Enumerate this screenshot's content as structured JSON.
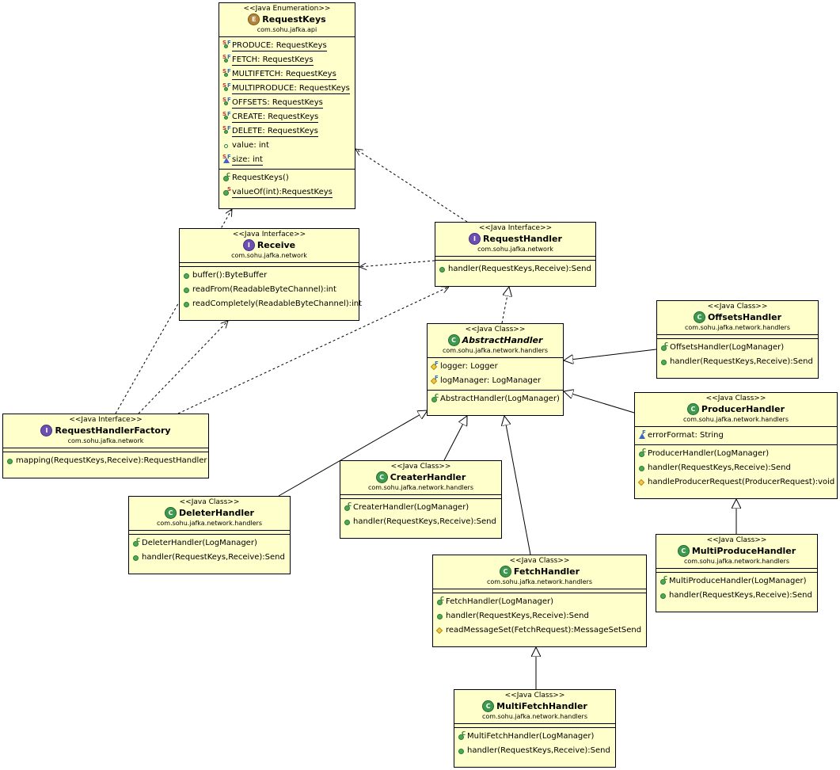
{
  "diagram": {
    "classes": {
      "requestKeys": {
        "stereotype": "<<Java Enumeration>>",
        "name": "RequestKeys",
        "kind": "enum",
        "package": "com.sohu.jafka.api",
        "fields": [
          {
            "text": "PRODUCE: RequestKeys",
            "icon": "static-final-field-icon"
          },
          {
            "text": "FETCH: RequestKeys",
            "icon": "static-final-field-icon"
          },
          {
            "text": "MULTIFETCH: RequestKeys",
            "icon": "static-final-field-icon"
          },
          {
            "text": "MULTIPRODUCE: RequestKeys",
            "icon": "static-final-field-icon"
          },
          {
            "text": "OFFSETS: RequestKeys",
            "icon": "static-final-field-icon"
          },
          {
            "text": "CREATE: RequestKeys",
            "icon": "static-final-field-icon"
          },
          {
            "text": "DELETE: RequestKeys",
            "icon": "static-final-field-icon"
          },
          {
            "text": "value: int",
            "icon": "field-icon"
          },
          {
            "text": "size: int",
            "icon": "static-final-protected-field-icon"
          }
        ],
        "methods": [
          {
            "text": "RequestKeys()",
            "icon": "constructor-icon"
          },
          {
            "text": "valueOf(int):RequestKeys",
            "icon": "static-method-icon"
          }
        ]
      },
      "receive": {
        "stereotype": "<<Java Interface>>",
        "name": "Receive",
        "kind": "interface",
        "package": "com.sohu.jafka.network",
        "methods": [
          {
            "text": "buffer():ByteBuffer",
            "icon": "method-icon"
          },
          {
            "text": "readFrom(ReadableByteChannel):int",
            "icon": "method-icon"
          },
          {
            "text": "readCompletely(ReadableByteChannel):int",
            "icon": "method-icon"
          }
        ]
      },
      "requestHandler": {
        "stereotype": "<<Java Interface>>",
        "name": "RequestHandler",
        "kind": "interface",
        "package": "com.sohu.jafka.network",
        "methods": [
          {
            "text": "handler(RequestKeys,Receive):Send",
            "icon": "method-icon"
          }
        ]
      },
      "abstractHandler": {
        "stereotype": "<<Java Class>>",
        "name": "AbstractHandler",
        "kind": "abstract-class",
        "package": "com.sohu.jafka.network.handlers",
        "fields": [
          {
            "text": "logger: Logger",
            "icon": "final-protected-field-icon"
          },
          {
            "text": "logManager: LogManager",
            "icon": "final-protected-field-icon"
          }
        ],
        "methods": [
          {
            "text": "AbstractHandler(LogManager)",
            "icon": "constructor-icon"
          }
        ]
      },
      "offsetsHandler": {
        "stereotype": "<<Java Class>>",
        "name": "OffsetsHandler",
        "kind": "class",
        "package": "com.sohu.jafka.network.handlers",
        "methods": [
          {
            "text": "OffsetsHandler(LogManager)",
            "icon": "constructor-icon"
          },
          {
            "text": "handler(RequestKeys,Receive):Send",
            "icon": "method-icon"
          }
        ]
      },
      "producerHandler": {
        "stereotype": "<<Java Class>>",
        "name": "ProducerHandler",
        "kind": "class",
        "package": "com.sohu.jafka.network.handlers",
        "fields": [
          {
            "text": "errorFormat: String",
            "icon": "final-private-field-icon"
          }
        ],
        "methods": [
          {
            "text": "ProducerHandler(LogManager)",
            "icon": "constructor-icon"
          },
          {
            "text": "handler(RequestKeys,Receive):Send",
            "icon": "method-icon"
          },
          {
            "text": "handleProducerRequest(ProducerRequest):void",
            "icon": "protected-method-icon"
          }
        ]
      },
      "requestHandlerFactory": {
        "stereotype": "<<Java Interface>>",
        "name": "RequestHandlerFactory",
        "kind": "interface",
        "package": "com.sohu.jafka.network",
        "methods": [
          {
            "text": "mapping(RequestKeys,Receive):RequestHandler",
            "icon": "method-icon"
          }
        ]
      },
      "createrHandler": {
        "stereotype": "<<Java Class>>",
        "name": "CreaterHandler",
        "kind": "class",
        "package": "com.sohu.jafka.network.handlers",
        "methods": [
          {
            "text": "CreaterHandler(LogManager)",
            "icon": "constructor-icon"
          },
          {
            "text": "handler(RequestKeys,Receive):Send",
            "icon": "method-icon"
          }
        ]
      },
      "deleterHandler": {
        "stereotype": "<<Java Class>>",
        "name": "DeleterHandler",
        "kind": "class",
        "package": "com.sohu.jafka.network.handlers",
        "methods": [
          {
            "text": "DeleterHandler(LogManager)",
            "icon": "constructor-icon"
          },
          {
            "text": "handler(RequestKeys,Receive):Send",
            "icon": "method-icon"
          }
        ]
      },
      "multiProduceHandler": {
        "stereotype": "<<Java Class>>",
        "name": "MultiProduceHandler",
        "kind": "class",
        "package": "com.sohu.jafka.network.handlers",
        "methods": [
          {
            "text": "MultiProduceHandler(LogManager)",
            "icon": "constructor-icon"
          },
          {
            "text": "handler(RequestKeys,Receive):Send",
            "icon": "method-icon"
          }
        ]
      },
      "fetchHandler": {
        "stereotype": "<<Java Class>>",
        "name": "FetchHandler",
        "kind": "class",
        "package": "com.sohu.jafka.network.handlers",
        "methods": [
          {
            "text": "FetchHandler(LogManager)",
            "icon": "constructor-icon"
          },
          {
            "text": "handler(RequestKeys,Receive):Send",
            "icon": "method-icon"
          },
          {
            "text": "readMessageSet(FetchRequest):MessageSetSend",
            "icon": "protected-method-icon"
          }
        ]
      },
      "multiFetchHandler": {
        "stereotype": "<<Java Class>>",
        "name": "MultiFetchHandler",
        "kind": "class",
        "package": "com.sohu.jafka.network.handlers",
        "methods": [
          {
            "text": "MultiFetchHandler(LogManager)",
            "icon": "constructor-icon"
          },
          {
            "text": "handler(RequestKeys,Receive):Send",
            "icon": "method-icon"
          }
        ]
      }
    },
    "relations": [
      {
        "from": "requestHandler",
        "to": "requestKeys",
        "kind": "dependency"
      },
      {
        "from": "requestHandler",
        "to": "receive",
        "kind": "dependency"
      },
      {
        "from": "abstractHandler",
        "to": "requestHandler",
        "kind": "realization"
      },
      {
        "from": "offsetsHandler",
        "to": "abstractHandler",
        "kind": "generalization"
      },
      {
        "from": "producerHandler",
        "to": "abstractHandler",
        "kind": "generalization"
      },
      {
        "from": "createrHandler",
        "to": "abstractHandler",
        "kind": "generalization"
      },
      {
        "from": "deleterHandler",
        "to": "abstractHandler",
        "kind": "generalization"
      },
      {
        "from": "fetchHandler",
        "to": "abstractHandler",
        "kind": "generalization"
      },
      {
        "from": "multiProduceHandler",
        "to": "producerHandler",
        "kind": "generalization"
      },
      {
        "from": "multiFetchHandler",
        "to": "fetchHandler",
        "kind": "generalization"
      },
      {
        "from": "requestHandlerFactory",
        "to": "requestKeys",
        "kind": "dependency"
      },
      {
        "from": "requestHandlerFactory",
        "to": "receive",
        "kind": "dependency"
      },
      {
        "from": "requestHandlerFactory",
        "to": "requestHandler",
        "kind": "dependency"
      }
    ]
  }
}
